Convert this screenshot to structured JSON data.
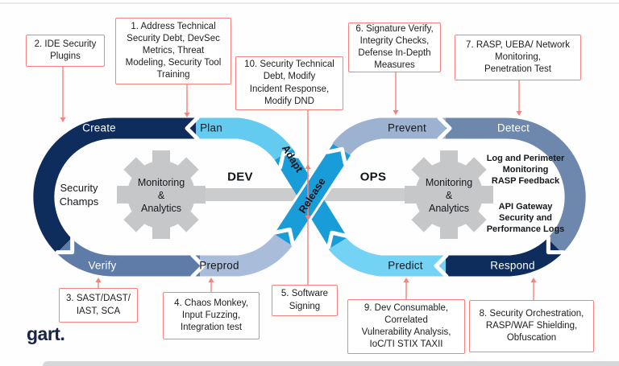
{
  "logo": {
    "text": "gart."
  },
  "diagram": {
    "loop_labels": {
      "create": "Create",
      "plan": "Plan",
      "verify": "Verify",
      "preprod": "Preprod",
      "prevent": "Prevent",
      "detect": "Detect",
      "predict": "Predict",
      "respond": "Respond",
      "adapt": "Adapt",
      "release": "Release"
    },
    "center_labels": {
      "dev": "DEV",
      "ops": "OPS"
    },
    "left_loop": {
      "inner_text": "Security\nChamps",
      "gear_text": "Monitoring\n&\nAnalytics"
    },
    "right_loop": {
      "gear_text": "Monitoring\n&\nAnalytics",
      "inner_text_top": "Log and Perimeter\nMonitoring\nRASP Feedback",
      "inner_text_bottom": "API Gateway\nSecurity and\nPerformance Logs"
    },
    "colors": {
      "navy": "#0e2d5c",
      "slate_blue": "#5f7ca8",
      "steel_blue": "#6e87ac",
      "light_slate": "#9db2d0",
      "light_blue_gray": "#a9bdda",
      "sky_blue": "#63cbf0",
      "sky_blue_light": "#74d2f4",
      "cyan": "#189dd9",
      "gear_gray": "#c7c8ca",
      "callout_red": "#f2837e"
    }
  },
  "callouts": [
    {
      "id": 1,
      "text": "1. Address Technical\nSecurity Debt, DevSec\nMetrics, Threat\nModeling, Security Tool\nTraining"
    },
    {
      "id": 2,
      "text": "2. IDE Security\nPlugins"
    },
    {
      "id": 3,
      "text": "3. SAST/DAST/\nIAST, SCA"
    },
    {
      "id": 4,
      "text": "4. Chaos Monkey,\nInput Fuzzing,\nIntegration test"
    },
    {
      "id": 5,
      "text": "5. Software\nSigning"
    },
    {
      "id": 6,
      "text": "6. Signature Verify,\nIntegrity Checks,\nDefense In-Depth\nMeasures"
    },
    {
      "id": 7,
      "text": "7. RASP, UEBA/ Network\nMonitoring,\nPenetration Test"
    },
    {
      "id": 8,
      "text": "8. Security Orchestration,\nRASP/WAF Shielding,\nObfuscation"
    },
    {
      "id": 9,
      "text": "9. Dev Consumable,\nCorrelated\nVulnerability Analysis,\nIoC/TI STIX TAXII"
    },
    {
      "id": 10,
      "text": "10. Security Technical\nDebt, Modify\nIncident Response,\nModify DND"
    }
  ]
}
